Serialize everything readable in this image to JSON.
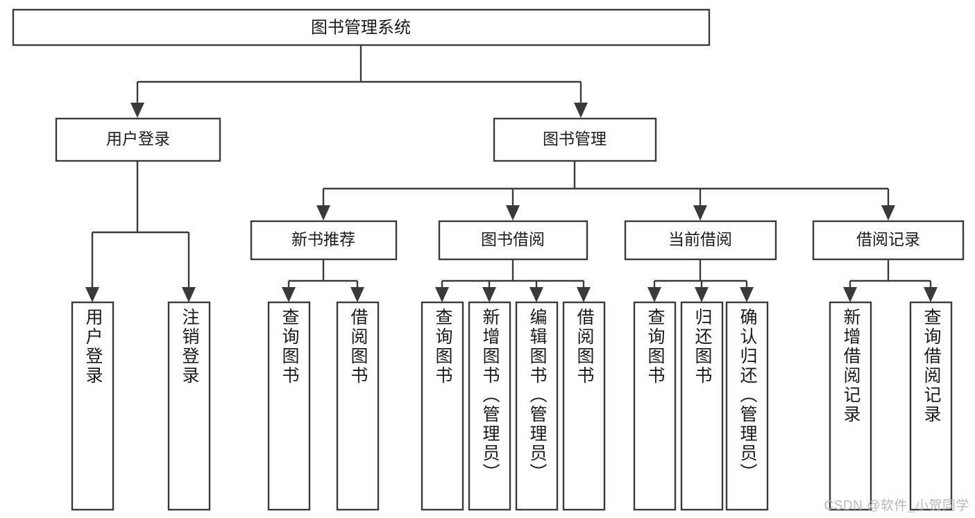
{
  "diagram": {
    "title": "图书管理系统",
    "type": "hierarchy-tree",
    "watermark": "CSDN @软件_小贺同学",
    "colors": {
      "stroke": "#3a3a3a",
      "fill": "#ffffff",
      "text": "#1a1a1a",
      "watermark": "#b9b9b9",
      "background": "#ffffff"
    },
    "root": {
      "label": "图书管理系统"
    },
    "level1": [
      {
        "label": "用户登录"
      },
      {
        "label": "图书管理"
      }
    ],
    "level2": [
      {
        "label": "新书推荐"
      },
      {
        "label": "图书借阅"
      },
      {
        "label": "当前借阅"
      },
      {
        "label": "借阅记录"
      }
    ],
    "leaves": {
      "user_login": [
        {
          "label": "用户登录"
        },
        {
          "label": "注销登录"
        }
      ],
      "new_book_recommend": [
        {
          "label": "查询图书"
        },
        {
          "label": "借阅图书"
        }
      ],
      "book_borrow": [
        {
          "label": "查询图书"
        },
        {
          "label": "新增图书（管理员）"
        },
        {
          "label": "编辑图书（管理员）"
        },
        {
          "label": "借阅图书"
        }
      ],
      "current_borrow": [
        {
          "label": "查询图书"
        },
        {
          "label": "归还图书"
        },
        {
          "label": "确认归还（管理员）"
        }
      ],
      "borrow_record": [
        {
          "label": "新增借阅记录"
        },
        {
          "label": "查询借阅记录"
        }
      ]
    }
  }
}
